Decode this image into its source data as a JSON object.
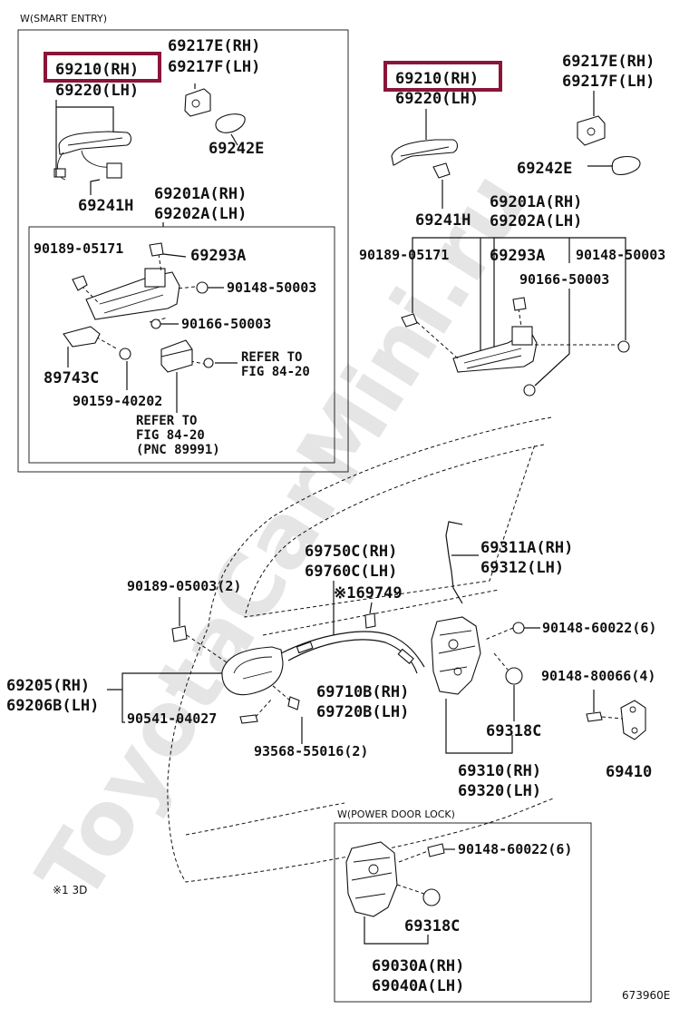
{
  "diagram_code": "673960E",
  "watermark": "ToyotaCarMini.ru",
  "boxes": {
    "smart_entry_title": "W(SMART ENTRY)",
    "power_door_lock_title": "W(POWER DOOR LOCK)"
  },
  "note": "※1 3D",
  "labels": {
    "l_69210_a": "69210(RH)",
    "l_69220_a": "69220(LH)",
    "l_69217e_a": "69217E(RH)",
    "l_69217f_a": "69217F(LH)",
    "l_69242e_a": "69242E",
    "l_69241h_a": "69241H",
    "l_69201a_a": "69201A(RH)",
    "l_69202a_a": "69202A(LH)",
    "l_90189_05171_a": "90189-05171",
    "l_69293a_a": "69293A",
    "l_90148_50003_a": "90148-50003",
    "l_90166_50003_a": "90166-50003",
    "l_89743c": "89743C",
    "l_refer1_a": "REFER TO",
    "l_refer1_b": "FIG 84-20",
    "l_90159_40202": "90159-40202",
    "l_refer2_a": "REFER TO",
    "l_refer2_b": "FIG 84-20",
    "l_refer2_c": "(PNC 89991)",
    "l_69210_b": "69210(RH)",
    "l_69220_b": "69220(LH)",
    "l_69217e_b": "69217E(RH)",
    "l_69217f_b": "69217F(LH)",
    "l_69242e_b": "69242E",
    "l_69241h_b": "69241H",
    "l_69201a_b": "69201A(RH)",
    "l_69202a_b": "69202A(LH)",
    "l_90189_05171_b": "90189-05171",
    "l_69293a_b": "69293A",
    "l_90148_50003_b": "90148-50003",
    "l_90166_50003_b": "90166-50003",
    "l_69750c": "69750C(RH)",
    "l_69760c": "69760C(LH)",
    "l_69749": "※169749",
    "l_69311a": "69311A(RH)",
    "l_69312": "69312(LH)",
    "l_90189_05003": "90189-05003(2)",
    "l_90148_60022_a": "90148-60022(6)",
    "l_90148_80066": "90148-80066(4)",
    "l_69205": "69205(RH)",
    "l_69206b": "69206B(LH)",
    "l_69710b": "69710B(RH)",
    "l_69720b": "69720B(LH)",
    "l_90541_04027": "90541-04027",
    "l_69318c_a": "69318C",
    "l_93568_55016": "93568-55016(2)",
    "l_69310": "69310(RH)",
    "l_69320": "69320(LH)",
    "l_69410": "69410",
    "l_90148_60022_b": "90148-60022(6)",
    "l_69318c_b": "69318C",
    "l_69030a": "69030A(RH)",
    "l_69040a": "69040A(LH)"
  },
  "highlight_color": "#8a1538"
}
